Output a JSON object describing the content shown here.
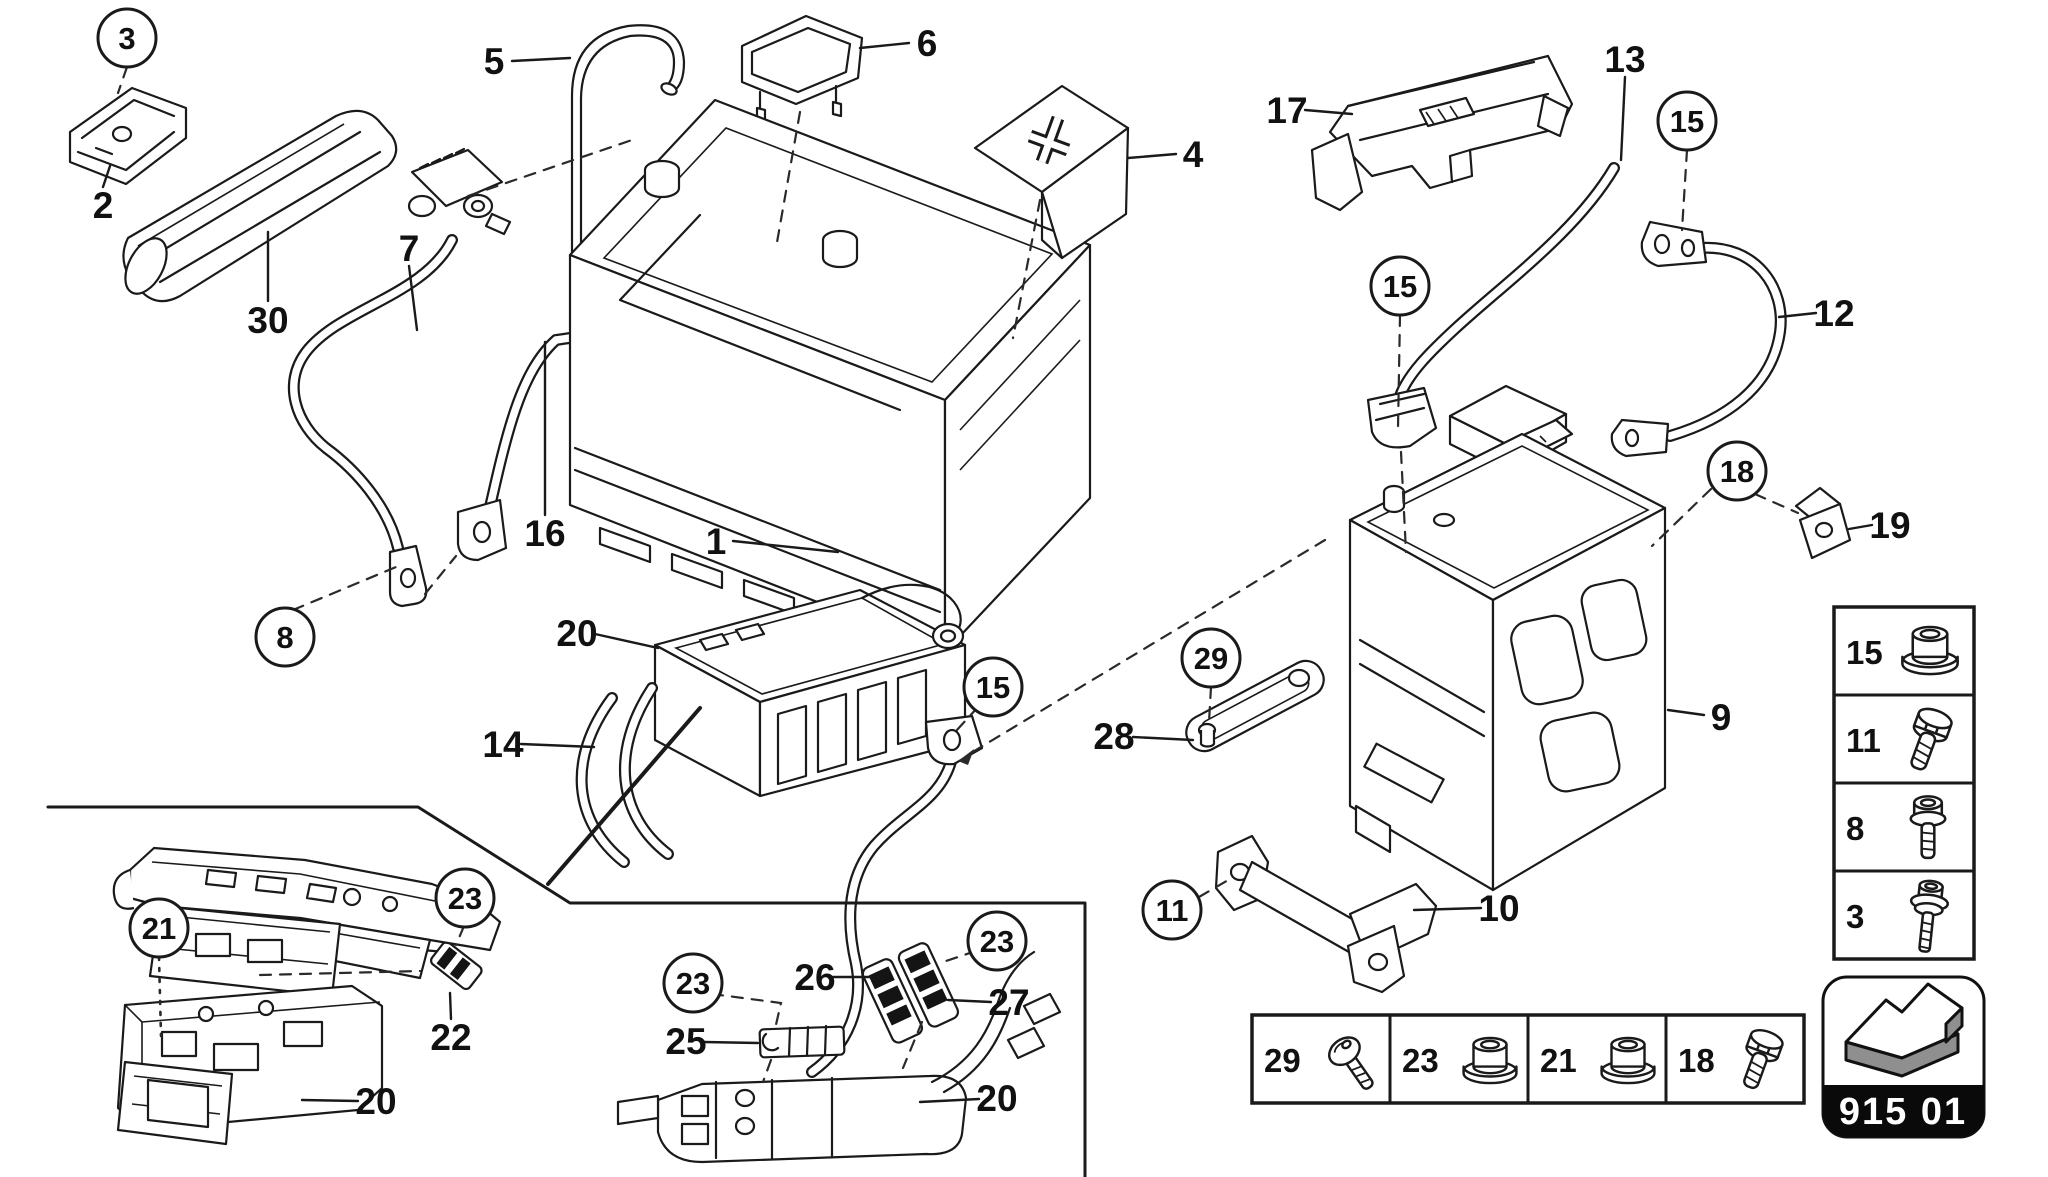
{
  "callouts": {
    "p1": {
      "label": "1"
    },
    "p2": {
      "label": "2"
    },
    "p4": {
      "label": "4"
    },
    "p5": {
      "label": "5"
    },
    "p6": {
      "label": "6"
    },
    "p7": {
      "label": "7"
    },
    "p9": {
      "label": "9"
    },
    "p10": {
      "label": "10"
    },
    "p12": {
      "label": "12"
    },
    "p13": {
      "label": "13"
    },
    "p14": {
      "label": "14"
    },
    "p16": {
      "label": "16"
    },
    "p17": {
      "label": "17"
    },
    "p19": {
      "label": "19"
    },
    "p20a": {
      "label": "20"
    },
    "p20b": {
      "label": "20"
    },
    "p20c": {
      "label": "20"
    },
    "p22": {
      "label": "22"
    },
    "p25": {
      "label": "25"
    },
    "p26": {
      "label": "26"
    },
    "p27": {
      "label": "27"
    },
    "p28": {
      "label": "28"
    },
    "p30": {
      "label": "30"
    },
    "c3": {
      "label": "3"
    },
    "c8": {
      "label": "8"
    },
    "c11": {
      "label": "11"
    },
    "c15a": {
      "label": "15"
    },
    "c15b": {
      "label": "15"
    },
    "c15c": {
      "label": "15"
    },
    "c18": {
      "label": "18"
    },
    "c21": {
      "label": "21"
    },
    "c23a": {
      "label": "23"
    },
    "c23b": {
      "label": "23"
    },
    "c23c": {
      "label": "23"
    },
    "c29": {
      "label": "29"
    }
  },
  "right_legend": {
    "rows": [
      {
        "num": "15",
        "icon": "flange-nut-icon"
      },
      {
        "num": "11",
        "icon": "hex-bolt-icon"
      },
      {
        "num": "8",
        "icon": "socket-head-bolt-icon"
      },
      {
        "num": "3",
        "icon": "flange-screw-icon"
      }
    ]
  },
  "bottom_legend": {
    "cells": [
      {
        "num": "29",
        "icon": "pan-head-screw-icon"
      },
      {
        "num": "23",
        "icon": "flange-nut-icon"
      },
      {
        "num": "21",
        "icon": "flange-nut-icon"
      },
      {
        "num": "18",
        "icon": "hex-bolt-icon"
      }
    ]
  },
  "badge": {
    "code": "915 01",
    "icon": "direction-arrow-icon"
  }
}
